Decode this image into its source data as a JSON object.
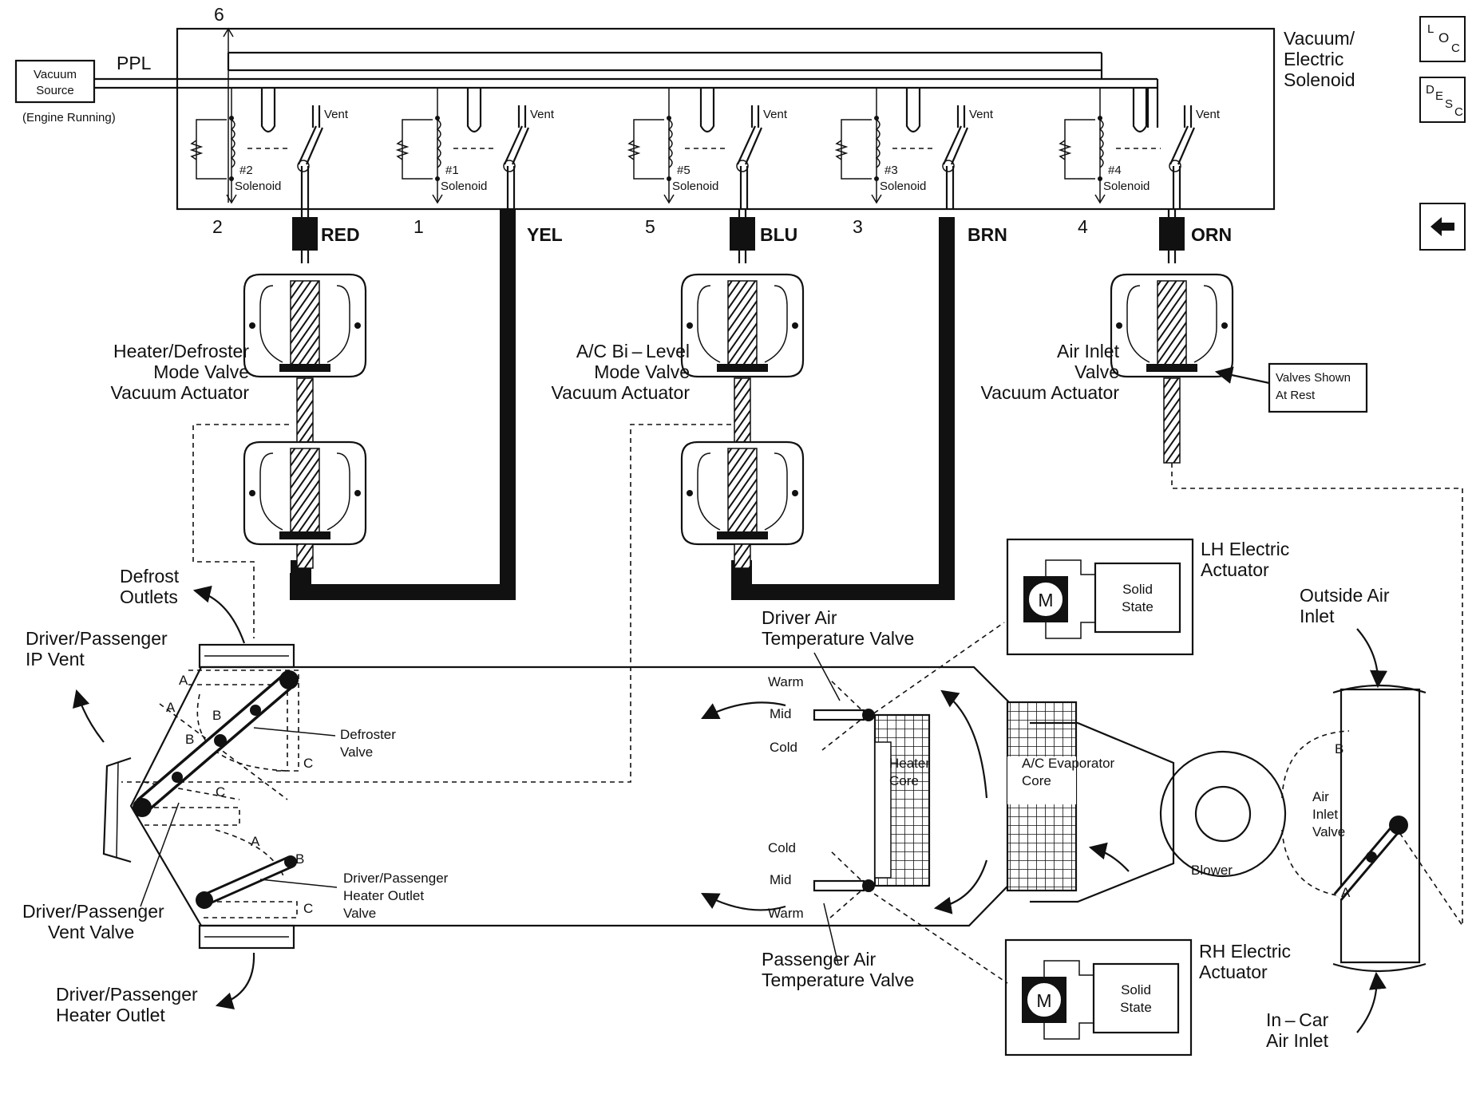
{
  "nav": {
    "loc_button": {
      "top": "L",
      "bottom": "O",
      "sub": "C"
    },
    "desc_button": {
      "top": "D",
      "bottom": "E",
      "sub": "S",
      "sub2": "C"
    },
    "back_icon": "left-arrow-icon"
  },
  "solenoid_block": {
    "title_line1": "Vacuum/",
    "title_line2": "Electric",
    "title_line3": "Solenoid",
    "port_top": "6",
    "vacuum_source_line1": "Vacuum",
    "vacuum_source_line2": "Source",
    "vacuum_source_note": "(Engine Running)",
    "supply_wire": "PPL",
    "vent_label": "Vent",
    "solenoids": [
      {
        "name": "#2",
        "word": "Solenoid",
        "port": "2",
        "hose": "RED"
      },
      {
        "name": "#1",
        "word": "Solenoid",
        "port": "1",
        "hose": "YEL"
      },
      {
        "name": "#5",
        "word": "Solenoid",
        "port": "5",
        "hose": "BLU"
      },
      {
        "name": "#3",
        "word": "Solenoid",
        "port": "3",
        "hose": "BRN"
      },
      {
        "name": "#4",
        "word": "Solenoid",
        "port": "4",
        "hose": "ORN"
      }
    ]
  },
  "actuators": {
    "heater_defroster": [
      "Heater/Defroster",
      "Mode Valve",
      "Vacuum Actuator"
    ],
    "ac_bilevel": [
      "A/C Bi – Level",
      "Mode Valve",
      "Vacuum Actuator"
    ],
    "air_inlet": [
      "Air Inlet",
      "Valve",
      "Vacuum Actuator"
    ],
    "rest_note": [
      "Valves Shown",
      "At Rest"
    ]
  },
  "electric_actuators": {
    "lh": {
      "title": [
        "LH Electric",
        "Actuator"
      ],
      "motor": "M",
      "module": [
        "Solid",
        "State"
      ]
    },
    "rh": {
      "title": [
        "RH Electric",
        "Actuator"
      ],
      "motor": "M",
      "module": [
        "Solid",
        "State"
      ]
    }
  },
  "hvac_case": {
    "defrost_outlets": [
      "Defrost",
      "Outlets"
    ],
    "ip_vent": [
      "Driver/Passenger",
      "IP Vent"
    ],
    "defroster_valve": [
      "Defroster",
      "Valve"
    ],
    "vent_valve": [
      "Driver/Passenger",
      "Vent Valve"
    ],
    "heater_outlet_valve": [
      "Driver/Passenger",
      "Heater Outlet",
      "Valve"
    ],
    "heater_outlet": [
      "Driver/Passenger",
      "Heater Outlet"
    ],
    "driver_temp_valve": [
      "Driver Air",
      "Temperature Valve"
    ],
    "passenger_temp_valve": [
      "Passenger Air",
      "Temperature Valve"
    ],
    "driver_positions": [
      "Warm",
      "Mid",
      "Cold"
    ],
    "passenger_positions": [
      "Cold",
      "Mid",
      "Warm"
    ],
    "heater_core": [
      "Heater",
      "Core"
    ],
    "evaporator_core": [
      "A/C Evaporator",
      "Core"
    ],
    "blower": "Blower",
    "air_inlet_valve": [
      "Air",
      "Inlet",
      "Valve"
    ],
    "outside_air_inlet": [
      "Outside Air",
      "Inlet"
    ],
    "incar_air_inlet": [
      "In – Car",
      "Air Inlet"
    ],
    "pos_a": "A",
    "pos_b": "B",
    "pos_c": "C"
  }
}
